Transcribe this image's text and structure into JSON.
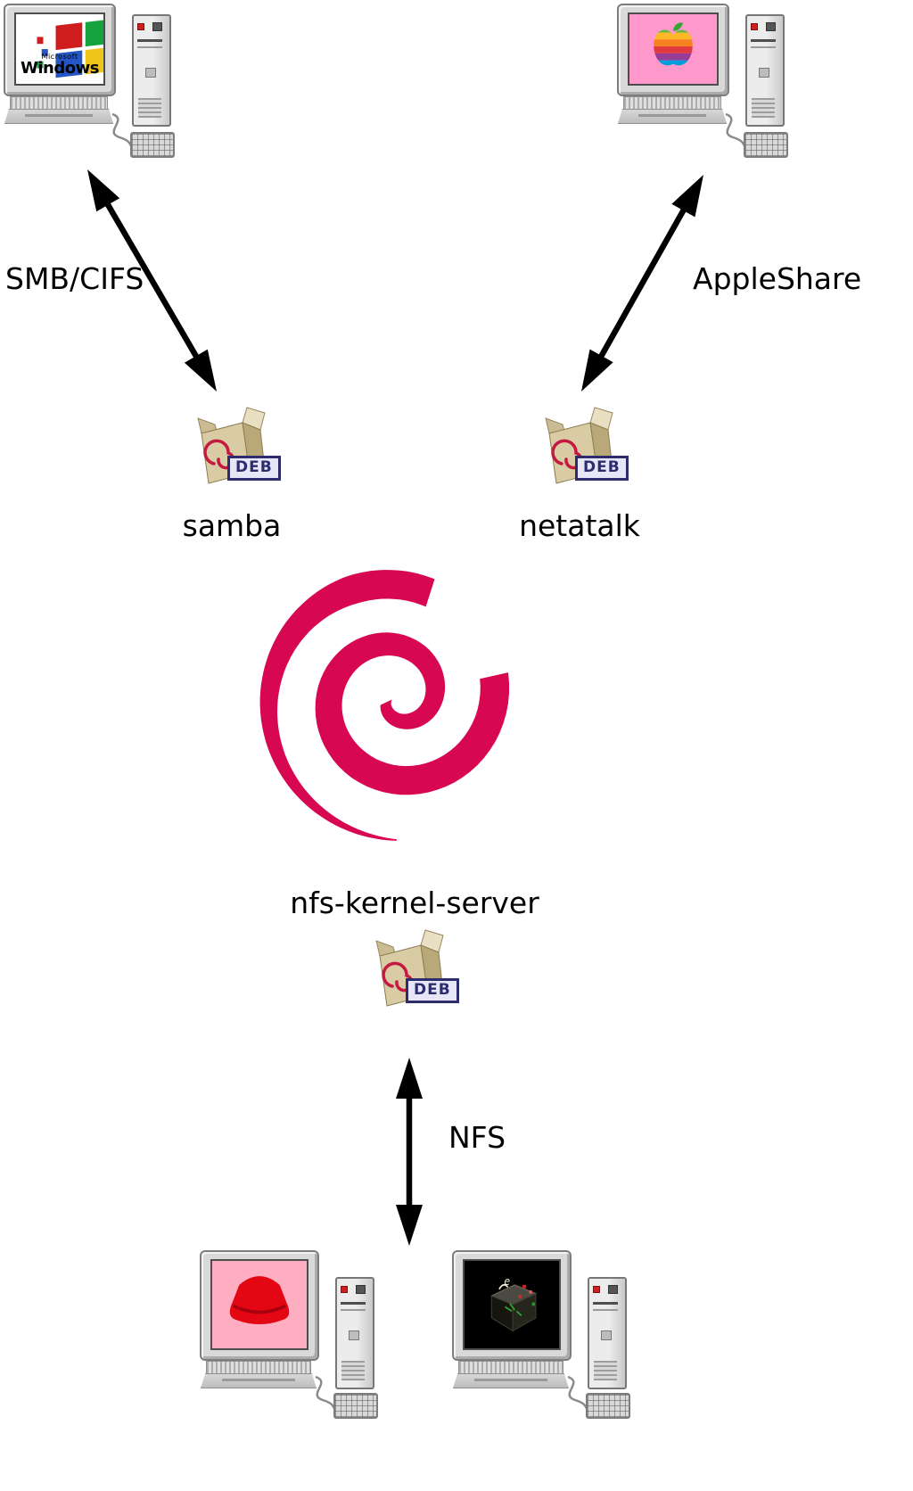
{
  "labels": {
    "smb_cifs": "SMB/CIFS",
    "appleshare": "AppleShare",
    "samba": "samba",
    "netatalk": "netatalk",
    "nfs_kernel_server": "nfs-kernel-server",
    "nfs": "NFS"
  },
  "packages": {
    "badge": "DEB"
  },
  "windows_screen": {
    "brand_top": "Microsoft",
    "brand_main": "Windows"
  },
  "icons": {
    "top_left": "windows-computer-icon",
    "top_right": "apple-macintosh-computer-icon",
    "bottom_left": "redhat-computer-icon",
    "bottom_right": "dark-workstation-computer-icon",
    "center": "debian-swirl-icon",
    "package": "deb-package-icon"
  },
  "colors": {
    "debian_swirl": "#d70751",
    "arrow": "#000000",
    "apple_screen_bg": "#ff99cc",
    "redhat_screen_bg": "#ffadc0",
    "box_front": "#d9cba4",
    "box_side": "#b9a878",
    "deb_badge_bg": "#e6e6f8",
    "deb_badge_border": "#2d2d6e"
  }
}
